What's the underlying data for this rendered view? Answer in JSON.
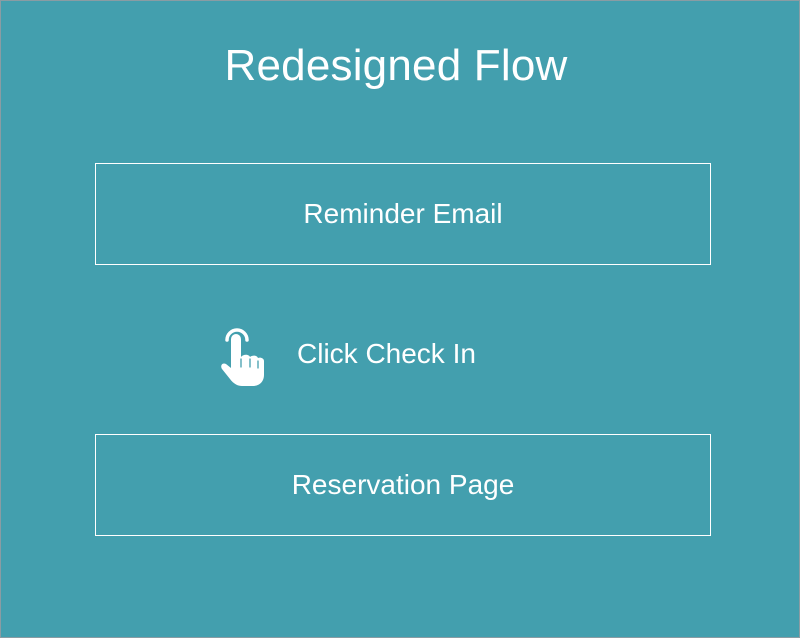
{
  "diagram": {
    "title": "Redesigned Flow",
    "steps": [
      {
        "label": "Reminder Email"
      },
      {
        "label": "Reservation Page"
      }
    ],
    "action": {
      "label": "Click Check In",
      "icon": "pointing-hand-icon"
    },
    "colors": {
      "background": "#439fae",
      "foreground": "#ffffff"
    }
  }
}
